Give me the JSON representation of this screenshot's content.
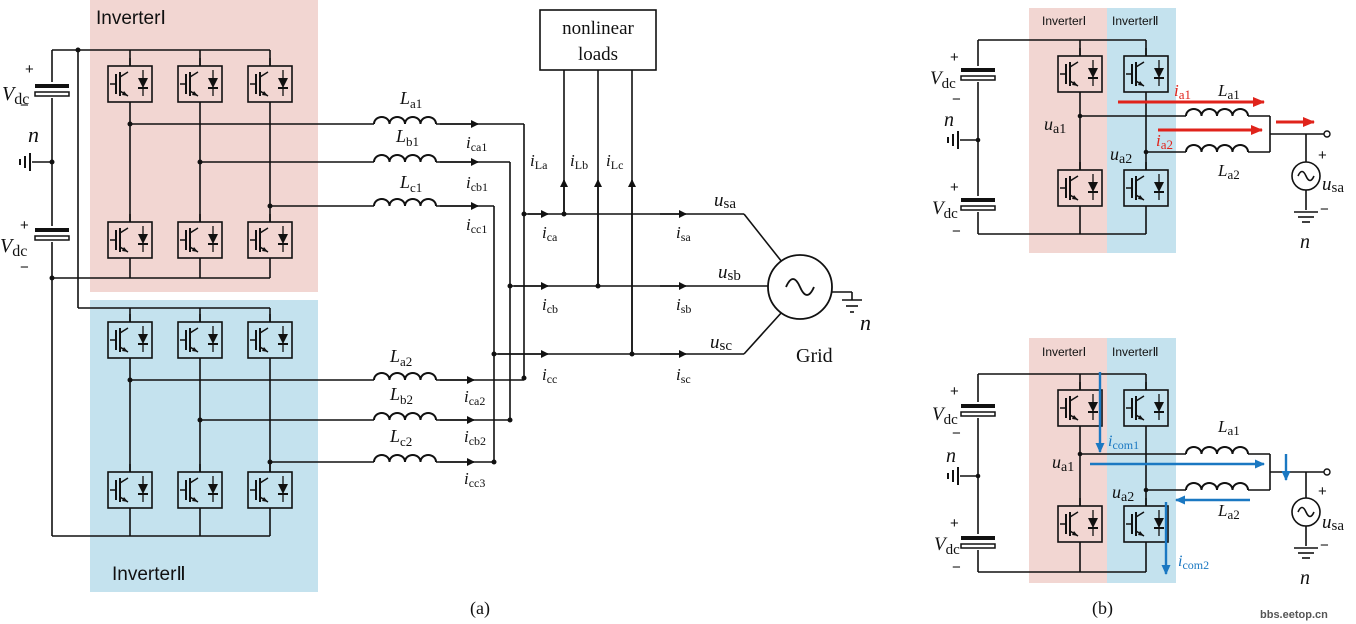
{
  "colors": {
    "inverter1_fill": "#f2d6d2",
    "inverter2_fill": "#c4e2ee",
    "wire": "#111111",
    "current_red": "#e0231b",
    "current_blue": "#1a78c2"
  },
  "panel_a": {
    "inverter1_label": "InverterⅠ",
    "inverter2_label": "InverterⅡ",
    "loads_label_line1": "nonlinear",
    "loads_label_line2": "loads",
    "grid_label": "Grid",
    "caption": "(a)",
    "vdc_top": {
      "main": "V",
      "sub": "dc"
    },
    "vdc_bot": {
      "main": "V",
      "sub": "dc"
    },
    "neutral": "n",
    "neutral_grid": "n",
    "inductors_1": [
      {
        "main": "L",
        "sub": "a1"
      },
      {
        "main": "L",
        "sub": "b1"
      },
      {
        "main": "L",
        "sub": "c1"
      }
    ],
    "inductors_2": [
      {
        "main": "L",
        "sub": "a2"
      },
      {
        "main": "L",
        "sub": "b2"
      },
      {
        "main": "L",
        "sub": "c2"
      }
    ],
    "currents_1": [
      {
        "main": "i",
        "sub": "ca1"
      },
      {
        "main": "i",
        "sub": "cb1"
      },
      {
        "main": "i",
        "sub": "cc1"
      }
    ],
    "currents_2": [
      {
        "main": "i",
        "sub": "ca2"
      },
      {
        "main": "i",
        "sub": "cb2"
      },
      {
        "main": "i",
        "sub": "cc3"
      }
    ],
    "currents_c": [
      {
        "main": "i",
        "sub": "ca"
      },
      {
        "main": "i",
        "sub": "cb"
      },
      {
        "main": "i",
        "sub": "cc"
      }
    ],
    "currents_load": [
      {
        "main": "i",
        "sub": "La"
      },
      {
        "main": "i",
        "sub": "Lb"
      },
      {
        "main": "i",
        "sub": "Lc"
      }
    ],
    "currents_s": [
      {
        "main": "i",
        "sub": "sa"
      },
      {
        "main": "i",
        "sub": "sb"
      },
      {
        "main": "i",
        "sub": "sc"
      }
    ],
    "voltages_s": [
      {
        "main": "u",
        "sub": "sa"
      },
      {
        "main": "u",
        "sub": "sb"
      },
      {
        "main": "u",
        "sub": "sc"
      }
    ]
  },
  "panel_b": {
    "caption": "(b)",
    "top": {
      "inverter1_label": "InverterⅠ",
      "inverter2_label": "InverterⅡ",
      "vdc1": {
        "main": "V",
        "sub": "dc"
      },
      "vdc2": {
        "main": "V",
        "sub": "dc"
      },
      "neutral": "n",
      "neutral_ground": "n",
      "ua1": {
        "main": "u",
        "sub": "a1"
      },
      "ua2": {
        "main": "u",
        "sub": "a2"
      },
      "la1": {
        "main": "L",
        "sub": "a1"
      },
      "la2": {
        "main": "L",
        "sub": "a2"
      },
      "ia1": {
        "main": "i",
        "sub": "a1"
      },
      "ia2": {
        "main": "i",
        "sub": "a2"
      },
      "usa": {
        "main": "u",
        "sub": "sa"
      }
    },
    "bottom": {
      "inverter1_label": "InverterⅠ",
      "inverter2_label": "InverterⅡ",
      "vdc1": {
        "main": "V",
        "sub": "dc"
      },
      "vdc2": {
        "main": "V",
        "sub": "dc"
      },
      "neutral": "n",
      "neutral_ground": "n",
      "ua1": {
        "main": "u",
        "sub": "a1"
      },
      "ua2": {
        "main": "u",
        "sub": "a2"
      },
      "la1": {
        "main": "L",
        "sub": "a1"
      },
      "la2": {
        "main": "L",
        "sub": "a2"
      },
      "icom1": {
        "main": "i",
        "sub": "com1"
      },
      "icom2": {
        "main": "i",
        "sub": "com2"
      },
      "usa": {
        "main": "u",
        "sub": "sa"
      }
    }
  },
  "watermark": "bbs.eetop.cn"
}
